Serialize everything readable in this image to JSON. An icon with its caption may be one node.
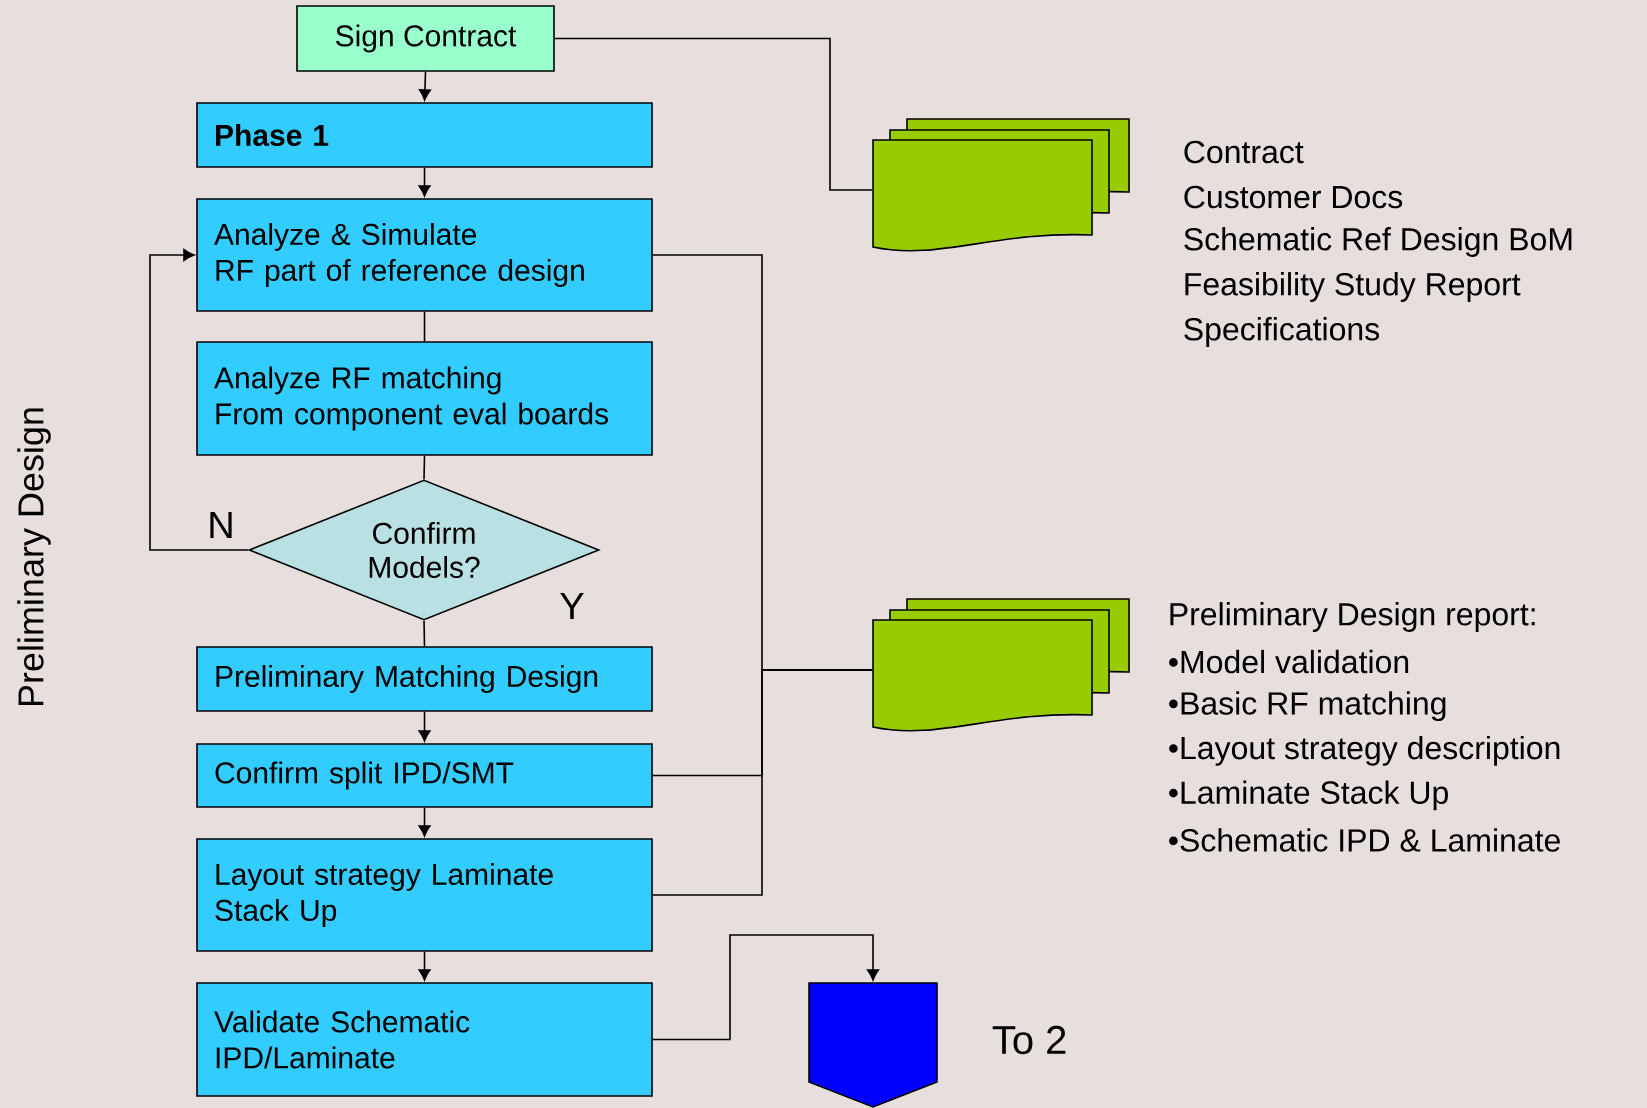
{
  "diagram": {
    "nodes": [
      {
        "text": [
          "Sign Contract"
        ]
      },
      {
        "text": [
          "Phase 1"
        ]
      },
      {
        "text": [
          "Analyze & Simulate",
          "RF part of reference design"
        ]
      },
      {
        "text": [
          "Analyze RF matching",
          "From component eval boards"
        ]
      },
      {
        "text": [
          "Confirm Models?"
        ]
      },
      {
        "text": [
          "Preliminary Matching Design"
        ]
      },
      {
        "text": [
          "Confirm split IPD/SMT"
        ]
      },
      {
        "text": [
          "Layout strategy Laminate Stack Up"
        ]
      },
      {
        "text": [
          "Validate Schematic IPD/Laminate"
        ]
      },
      {
        "text": [],
        "shape": "document",
        "beside": [
          "Contract",
          "Customer Docs",
          "Schematic Ref Design BoM",
          "Feasibility Study Report",
          "Specifications"
        ]
      },
      {
        "text": [],
        "shape": "document",
        "beside": [
          "Preliminary Design report:",
          "•Model validation",
          "•Basic RF matching",
          "•Layout strategy description",
          "•Laminate Stack Up",
          "•Schematic IPD & Laminate"
        ]
      },
      {
        "text": [],
        "shape": "pentagon",
        "beside": [
          "To 2"
        ]
      }
    ],
    "edges": [
      {
        "from": 0,
        "to": 1,
        "arrow": "to"
      },
      {
        "from": 1,
        "to": 2,
        "arrow": "to"
      },
      {
        "from": 2,
        "to": 3,
        "arrow": "none"
      },
      {
        "from": 3,
        "to": 4,
        "arrow": "none"
      },
      {
        "from": 4,
        "to": 2,
        "arrow": "to",
        "label": "N"
      },
      {
        "from": 4,
        "to": 5,
        "arrow": "none",
        "label": "Y"
      },
      {
        "from": 5,
        "to": 6,
        "arrow": "to"
      },
      {
        "from": 6,
        "to": 7,
        "arrow": "to"
      },
      {
        "from": 7,
        "to": 8,
        "arrow": "to"
      },
      {
        "from": 0,
        "to": 9,
        "arrow": "none"
      },
      {
        "from": 2,
        "to": 10,
        "arrow": "none"
      },
      {
        "from": 6,
        "to": 10,
        "arrow": "none"
      },
      {
        "from": 7,
        "to": 10,
        "arrow": "none"
      },
      {
        "from": 8,
        "to": 11,
        "arrow": "to"
      }
    ],
    "labels": [
      "Preliminary Design"
    ]
  }
}
